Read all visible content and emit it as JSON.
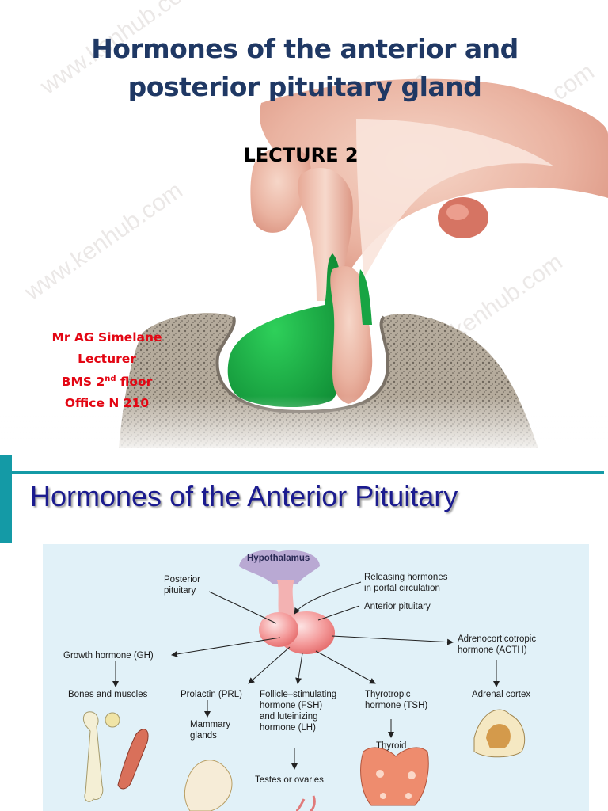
{
  "slide1": {
    "title_line1": "Hormones of the anterior and",
    "title_line2": "posterior pituitary gland",
    "subtitle": "LECTURE 2",
    "author_lines": [
      "Mr AG Simelane",
      "Lecturer"
    ],
    "location_prefix": "BMS 2",
    "location_sup": "nd",
    "location_suffix": " floor",
    "office": "Office N 210",
    "watermark": "www.kenhub.com"
  },
  "slide2": {
    "title": "Hormones of the Anterior Pituitary",
    "diagram": {
      "hypothalamus": "Hypothalamus",
      "posterior_pituitary": [
        "Posterior",
        "pituitary"
      ],
      "releasing_hormones": [
        "Releasing hormones",
        "in portal circulation"
      ],
      "anterior_pituitary": "Anterior pituitary",
      "growth_hormone": "Growth hormone (GH)",
      "acth": [
        "Adrenocorticotropic",
        "hormone (ACTH)"
      ],
      "bones_muscles": "Bones and muscles",
      "prolactin": "Prolactin (PRL)",
      "mammary": [
        "Mammary",
        "glands"
      ],
      "fsh_lh": [
        "Follicle–stimulating",
        "hormone (FSH)",
        "and luteinizing",
        "hormone (LH)"
      ],
      "tsh": [
        "Thyrotropic",
        "hormone (TSH)"
      ],
      "thyroid": "Thyroid",
      "adrenal": "Adrenal cortex",
      "testes": "Testes or ovaries"
    }
  },
  "colors": {
    "title_navy": "#1f3864",
    "author_red": "#e30613",
    "teal_accent": "#149aa6",
    "title2_blue": "#1b1b8f",
    "figure_bg": "#e1f1f8"
  }
}
